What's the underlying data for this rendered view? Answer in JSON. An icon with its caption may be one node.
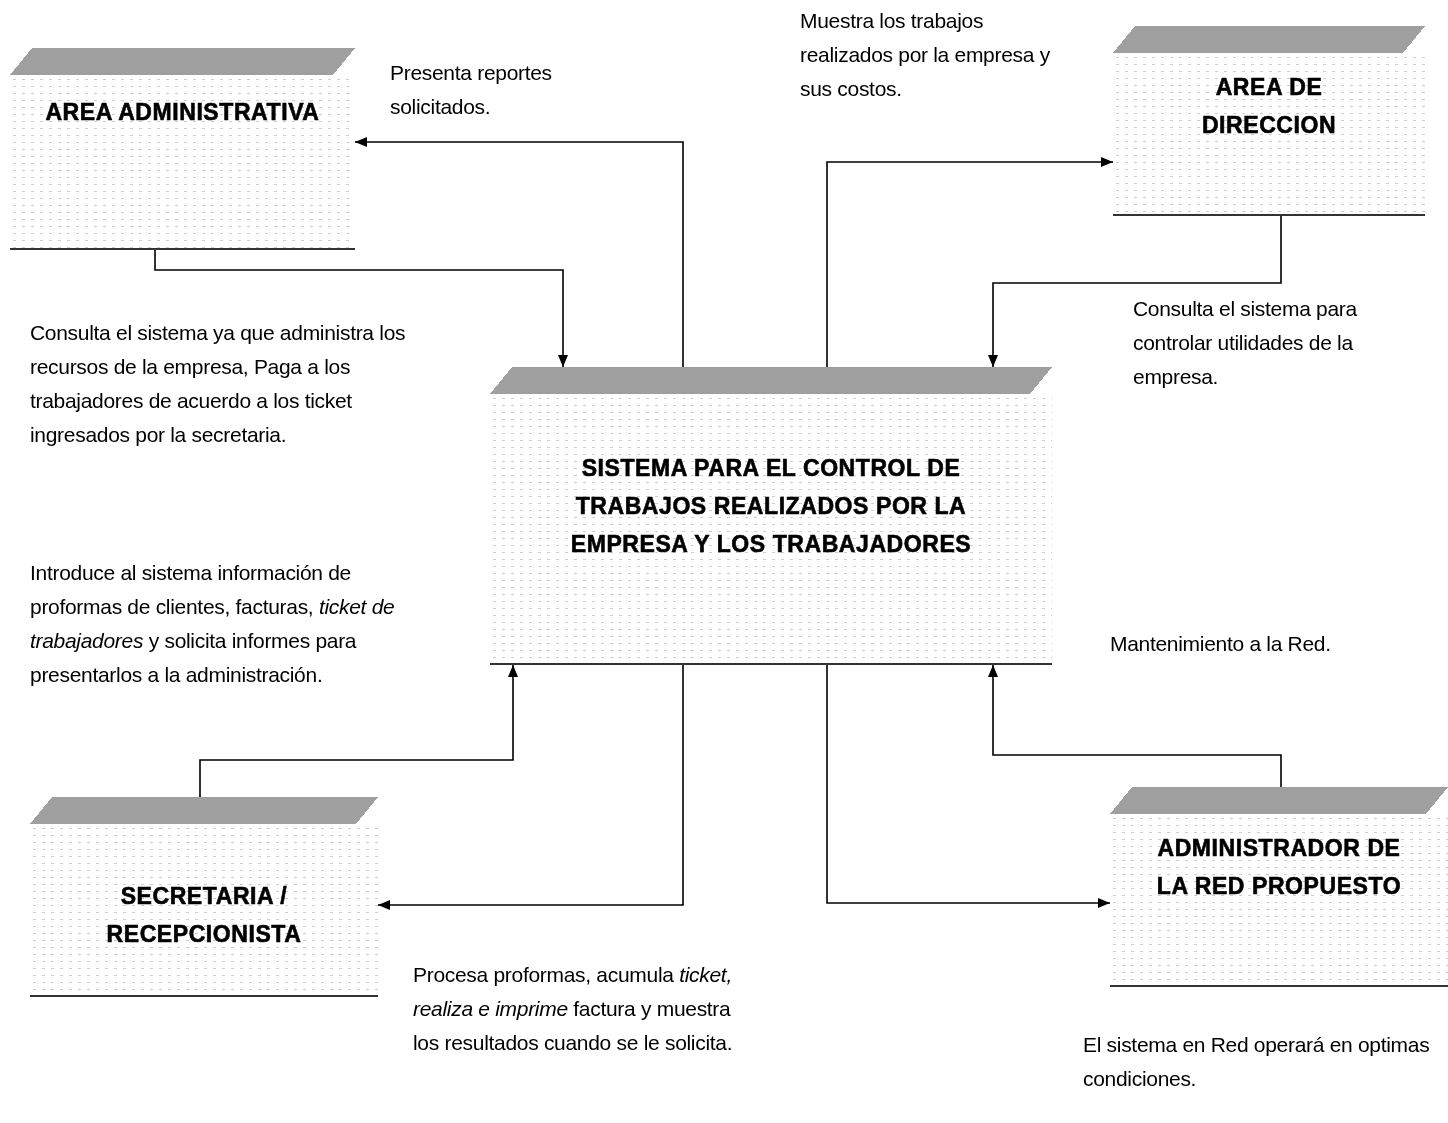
{
  "diagram": {
    "nodes": [
      {
        "text": [
          "AREA ADMINISTRATIVA"
        ]
      },
      {
        "text": [
          "AREA DE DIRECCION"
        ]
      },
      {
        "text": [
          "SISTEMA PARA EL CONTROL DE TRABAJOS REALIZADOS POR LA EMPRESA Y LOS TRABAJADORES"
        ]
      },
      {
        "text": [
          "SECRETARIA / RECEPCIONISTA"
        ]
      },
      {
        "text": [
          "ADMINISTRADOR DE LA RED PROPUESTO"
        ],
        "beside": [
          "El sistema en Red operará en optimas condiciones."
        ]
      }
    ],
    "edges": [
      {
        "from": 0,
        "to": 2,
        "arrow": "to",
        "label": "Consulta el sistema ya que administra los recursos de la empresa, Paga a los trabajadores de acuerdo a los ticket ingresados por la secretaria."
      },
      {
        "from": 2,
        "to": 0,
        "arrow": "to",
        "label": "Presenta reportes solicitados."
      },
      {
        "from": 2,
        "to": 1,
        "arrow": "to",
        "label": "Muestra los trabajos realizados por la empresa y sus costos."
      },
      {
        "from": 1,
        "to": 2,
        "arrow": "to",
        "label": "Consulta el sistema para controlar utilidades de la empresa."
      },
      {
        "from": 3,
        "to": 2,
        "arrow": "to",
        "label": "Introduce al sistema información de proformas de clientes, facturas, *ticket de trabajadores* y solicita informes para presentarlos a la administración."
      },
      {
        "from": 2,
        "to": 3,
        "arrow": "to",
        "label": "Procesa proformas, acumula *ticket, realiza e imprime* factura y muestra los resultados cuando se le solicita."
      },
      {
        "from": 2,
        "to": 4,
        "arrow": "to"
      },
      {
        "from": 4,
        "to": 2,
        "arrow": "to",
        "label": "Mantenimiento a la Red."
      }
    ]
  }
}
